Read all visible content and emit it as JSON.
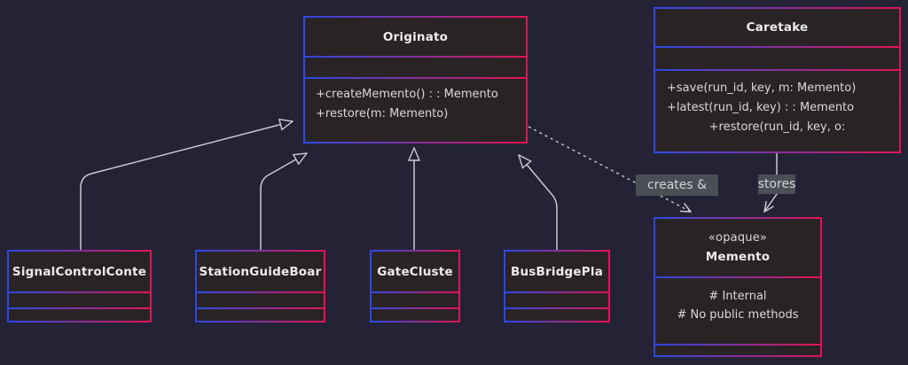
{
  "diagram_type": "uml-class-diagram",
  "colors": {
    "background": "#242336",
    "box_fill": "#2a2326",
    "border_gradient_left_blue": "#2b49e3",
    "border_gradient_right_red": "#e11455",
    "line_color": "#cacad0",
    "edge_label_background": "#4a4f55",
    "text_color": "#d9d7d9"
  },
  "classes": {
    "originator": {
      "title": "Originato",
      "methods": [
        "+createMemento() : : Memento",
        "+restore(m: Memento)"
      ]
    },
    "caretaker": {
      "title": "Caretake",
      "methods": [
        "+save(run_id, key, m: Memento)",
        "+latest(run_id, key) : : Memento",
        "+restore(run_id, key, o:"
      ]
    },
    "memento": {
      "stereotype": "«opaque»",
      "title": "Memento",
      "attributes": [
        "# Internal",
        "# No public methods"
      ]
    },
    "signal_control": {
      "title": "SignalControlConte"
    },
    "station_guide": {
      "title": "StationGuideBoar"
    },
    "gate_cluster": {
      "title": "GateCluste"
    },
    "bus_bridge": {
      "title": "BusBridgePla"
    }
  },
  "edge_labels": {
    "creates": "creates &",
    "stores": "stores"
  },
  "relationships": [
    {
      "from": "SignalControlConte",
      "to": "Originato",
      "type": "generalization"
    },
    {
      "from": "StationGuideBoar",
      "to": "Originato",
      "type": "generalization"
    },
    {
      "from": "GateCluste",
      "to": "Originato",
      "type": "generalization"
    },
    {
      "from": "BusBridgePla",
      "to": "Originato",
      "type": "generalization"
    },
    {
      "from": "Originato",
      "to": "Memento",
      "type": "dashed-dependency",
      "label": "creates &"
    },
    {
      "from": "Caretake",
      "to": "Memento",
      "type": "arrow",
      "label": "stores"
    }
  ]
}
